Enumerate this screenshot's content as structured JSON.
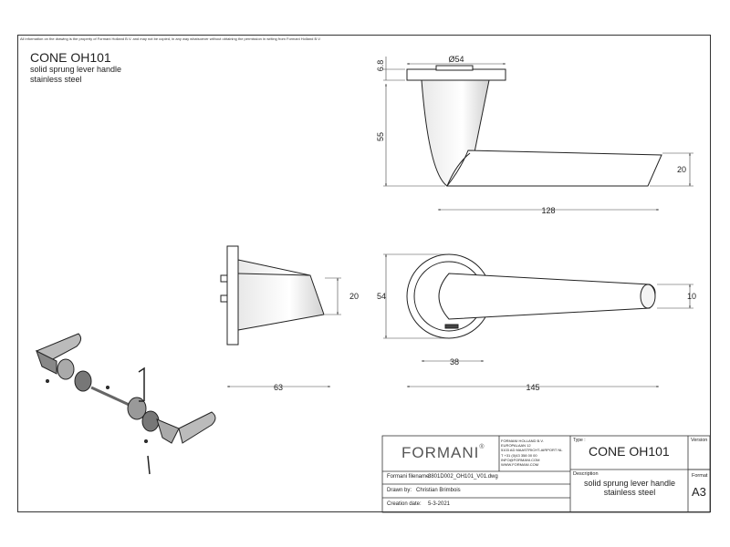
{
  "notice": "All information on the drawing is the property of Formani Holland B.V. and may not be copied, in any way whatsoever without obtaining the permission in writing from Formani Holland B.V.",
  "header": {
    "title": "CONE OH101",
    "subtitle_line1": "solid sprung lever handle",
    "subtitle_line2": "stainless steel"
  },
  "dimensions": {
    "rose_diameter": "Ø54",
    "rose_thickness": "6.8",
    "height": "55",
    "lever_end": "20",
    "lever_length": "128",
    "cone_width": "20",
    "rose_height": "54",
    "lever_tip": "10",
    "side_depth": "63",
    "rose_offset": "38",
    "total_length": "145"
  },
  "title_block": {
    "brand": "FORMANI",
    "brand_mark": "®",
    "address_lines": [
      "FORMANI HOLLAND B.V.",
      "EUROPALAAN 12",
      "5103 AD MAASTRICHT-AIRPORT NL",
      "T +31 (0)43 358 00 00",
      "INFO@FORMANI.COM",
      "WWW.FORMANI.COM"
    ],
    "type_label": "Type :",
    "type_value": "CONE OH101",
    "version_label": "Version",
    "filename_label": "Formani filename:",
    "filename_value": "3801D002_OH101_V01.dwg",
    "description_label": "Description",
    "description_line1": "solid sprung lever handle",
    "description_line2": "stainless steel",
    "format_label": "Format",
    "format_value": "A3",
    "drawn_label": "Drawn by:",
    "drawn_value": "Christian Brimbois",
    "creation_label": "Creation date:",
    "creation_value": "5-3-2021"
  }
}
